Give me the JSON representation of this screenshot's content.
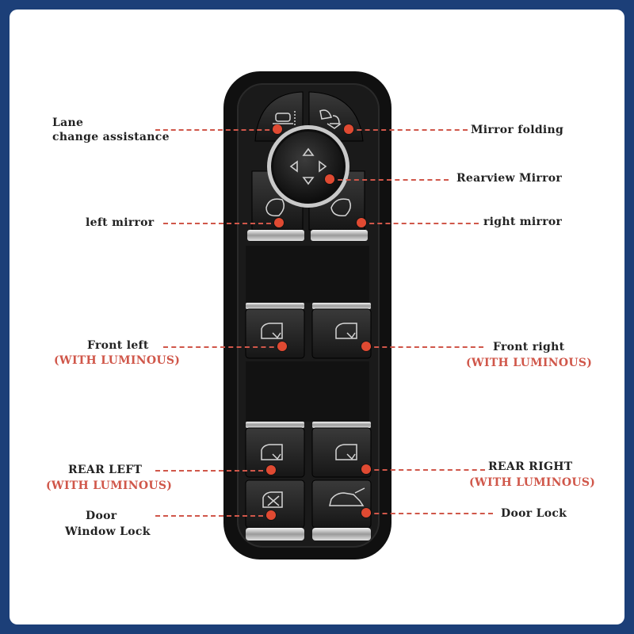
{
  "labels": {
    "lane_change": [
      "Lane",
      "change assistance"
    ],
    "mirror_folding": "Mirror folding",
    "rearview_mirror": "Rearview Mirror",
    "left_mirror": "left mirror",
    "right_mirror": "right mirror",
    "front_left": "Front left",
    "front_left_sub": "(WITH LUMINOUS)",
    "front_right": "Front right",
    "front_right_sub": "(WITH LUMINOUS)",
    "rear_left": "REAR LEFT",
    "rear_left_sub": "(WITH LUMINOUS)",
    "rear_right": "REAR RIGHT",
    "rear_right_sub": "(WITH LUMINOUS)",
    "door_window_lock": [
      "Door",
      "Window Lock"
    ],
    "door_lock": "Door Lock"
  },
  "icons": {
    "lane_change": "car-lane-change-icon",
    "mirror_folding": "mirror-fold-icon",
    "joystick": "four-arrow-joystick-icon",
    "left_mirror": "left-mirror-icon",
    "right_mirror": "right-mirror-icon",
    "window": "window-switch-icon",
    "window_lock": "window-lock-icon",
    "door_lock": "door-lock-icon"
  },
  "colors": {
    "border": "#1c3f78",
    "background": "#ffffff",
    "panel": "#151515",
    "accent_text": "#d0574a",
    "dot": "#e04a32"
  }
}
